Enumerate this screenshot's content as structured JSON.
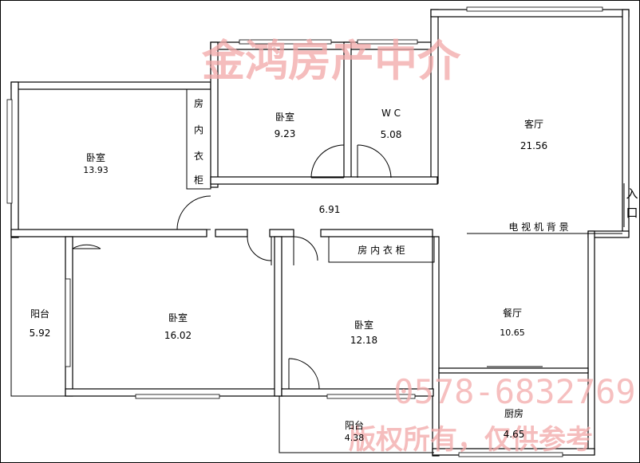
{
  "watermark": {
    "company": "金鸿房产中介",
    "phone": "0578-6832769",
    "copyright": "版权所有，仅供参考"
  },
  "rooms": {
    "bedroom_nw": {
      "name": "卧室",
      "area": "13.93"
    },
    "bedroom_top": {
      "name": "卧室",
      "area": "9.23"
    },
    "wc": {
      "name": "W C",
      "area": "5.08"
    },
    "living": {
      "name": "客厅",
      "area": "21.56"
    },
    "hall": {
      "area": "6.91"
    },
    "balcony_w": {
      "name": "阳台",
      "area": "5.92"
    },
    "bedroom_sw": {
      "name": "卧室",
      "area": "16.02"
    },
    "bedroom_s": {
      "name": "卧室",
      "area": "12.18"
    },
    "dining": {
      "name": "餐厅",
      "area": "10.65"
    },
    "balcony_s": {
      "name": "阳台",
      "area": "4.38"
    },
    "kitchen": {
      "name": "厨房",
      "area": "4.65"
    }
  },
  "fixtures": {
    "closet_vertical": [
      "房",
      "内",
      "衣",
      "柜"
    ],
    "closet_horizontal": "房 内 衣 柜",
    "tv_wall": "电 视 机 背 景",
    "entrance": [
      "入",
      "口"
    ]
  }
}
